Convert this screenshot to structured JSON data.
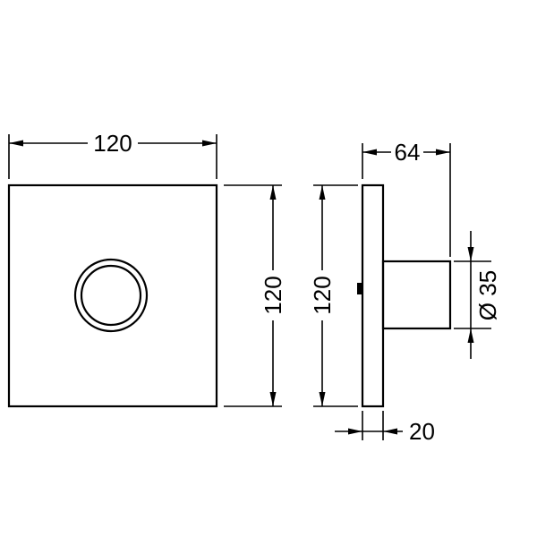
{
  "drawing": {
    "type": "technical-dimension-drawing",
    "views": {
      "front": "square faceplate with concentric circular handle",
      "side": "thin mounting plate with protruding cylindrical knob"
    },
    "labels": {
      "front_width": "120",
      "front_height": "120",
      "side_height": "120",
      "depth": "64",
      "knob_diameter": "Ø 35",
      "plate_thickness": "20"
    },
    "colors": {
      "line": "#000000",
      "background": "#ffffff"
    }
  }
}
